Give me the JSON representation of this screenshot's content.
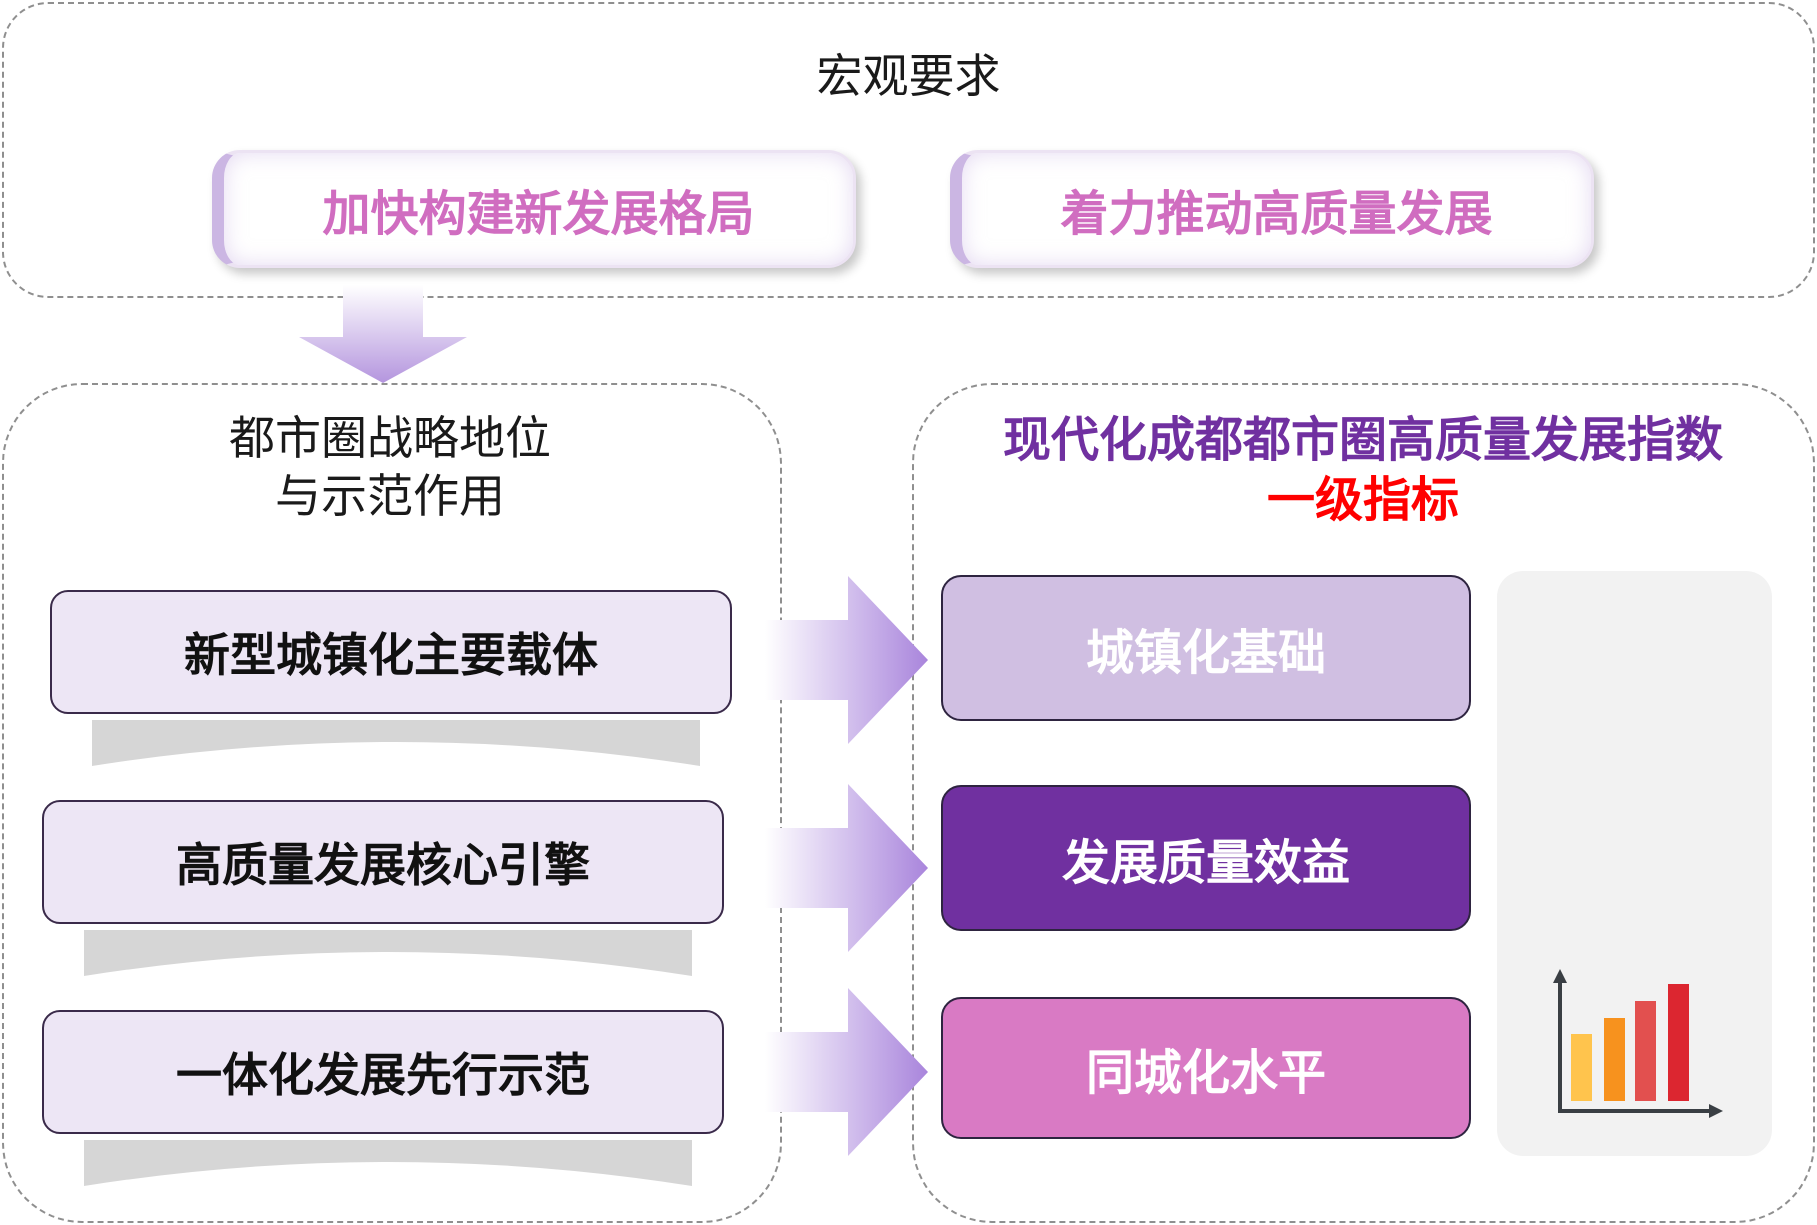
{
  "top": {
    "title": "宏观要求",
    "items": [
      "加快构建新发展格局",
      "着力推动高质量发展"
    ]
  },
  "left": {
    "title_line1": "都市圈战略地位",
    "title_line2": "与示范作用",
    "items": [
      "新型城镇化主要载体",
      "高质量发展核心引擎",
      "一体化发展先行示范"
    ]
  },
  "right": {
    "title_line1": "现代化成都都市圈高质量发展指数",
    "title_line2": "一级指标",
    "items": [
      "城镇化基础",
      "发展质量效益",
      "同城化水平"
    ]
  },
  "colors": {
    "purple": "#7030a0",
    "red": "#ff0000",
    "pink": "#d06dc0",
    "lavender": "#d0bfe2",
    "magenta": "#d97ac4",
    "bar_colors": [
      "#ffc44d",
      "#f7921e",
      "#e2504f",
      "#dc2630"
    ]
  },
  "icons": [
    "down-arrow-icon",
    "right-arrow-icon",
    "bar-chart-icon"
  ]
}
